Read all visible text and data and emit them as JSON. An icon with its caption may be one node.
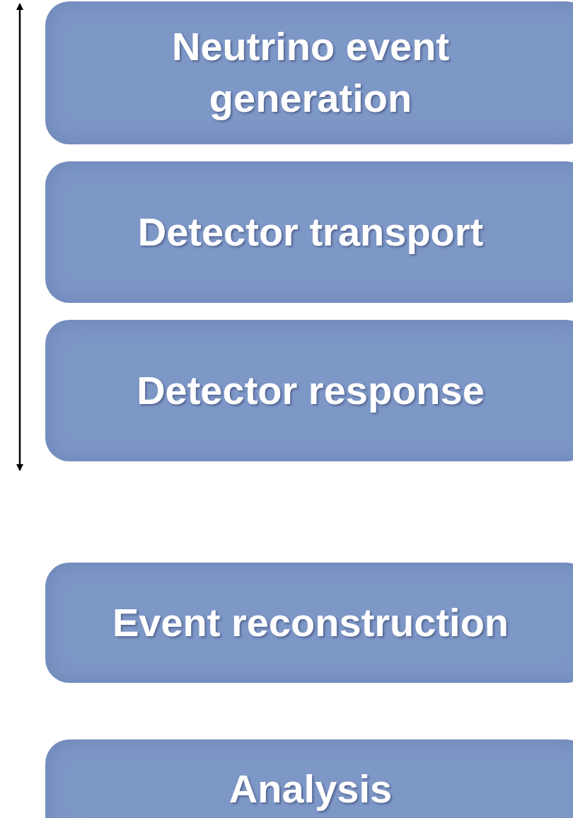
{
  "diagram": {
    "nodes": [
      {
        "text": [
          "Neutrino event generation"
        ]
      },
      {
        "text": [
          "Detector transport"
        ]
      },
      {
        "text": [
          "Detector response"
        ]
      },
      {
        "text": [
          "Event reconstruction"
        ]
      },
      {
        "text": [
          "Analysis"
        ]
      }
    ]
  }
}
